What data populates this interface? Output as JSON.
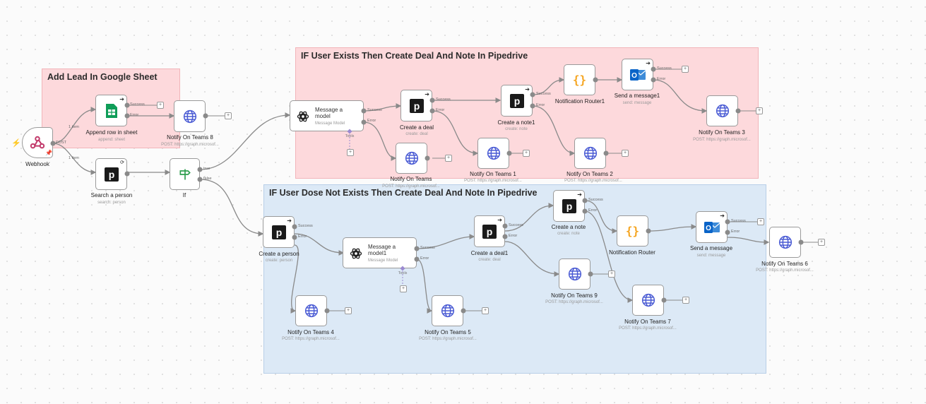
{
  "stickies": {
    "google": "Add Lead In Google Sheet",
    "exists": "IF User Exists Then Create Deal And Note In Pipedrive",
    "not_exists": "IF User Dose Not Exists Then Create Deal And Note In Pipedrive"
  },
  "nodes": {
    "webhook": {
      "label": "Webhook"
    },
    "append_row": {
      "label": "Append row in sheet",
      "sub": "append: sheet"
    },
    "notify8": {
      "label": "Notify On Teams 8",
      "sub": "POST: https://graph.microsof..."
    },
    "search_person": {
      "label": "Search a person",
      "sub": "search: person"
    },
    "if": {
      "label": "If"
    },
    "message_model": {
      "label": "Message a model",
      "sub": "Message Model"
    },
    "create_deal": {
      "label": "Create a deal",
      "sub": "create: deal"
    },
    "notify_teams": {
      "label": "Notify On Teams",
      "sub": "POST: https://graph.microsof..."
    },
    "create_note1": {
      "label": "Create a note1",
      "sub": "create: note"
    },
    "notify1": {
      "label": "Notify On Teams 1",
      "sub": "POST: https://graph.microsof..."
    },
    "router1": {
      "label": "Notification Router1"
    },
    "send_msg1": {
      "label": "Send a message1",
      "sub": "send: message"
    },
    "notify2": {
      "label": "Notify On Teams 2",
      "sub": "POST: https://graph.microsof..."
    },
    "notify3": {
      "label": "Notify On Teams 3",
      "sub": "POST: https://graph.microsof..."
    },
    "create_person": {
      "label": "Create a person",
      "sub": "create: person"
    },
    "message_model1": {
      "label": "Message a model1",
      "sub": "Message Model"
    },
    "notify4": {
      "label": "Notify On Teams 4",
      "sub": "POST: https://graph.microsof..."
    },
    "notify5": {
      "label": "Notify On Teams 5",
      "sub": "POST: https://graph.microsof..."
    },
    "create_deal1": {
      "label": "Create a deal1",
      "sub": "create: deal"
    },
    "create_note": {
      "label": "Create a note",
      "sub": "create: note"
    },
    "notify9": {
      "label": "Notify On Teams 9",
      "sub": "POST: https://graph.microsof..."
    },
    "router": {
      "label": "Notification Router"
    },
    "send_msg": {
      "label": "Send a message",
      "sub": "send: message"
    },
    "notify7": {
      "label": "Notify On Teams 7",
      "sub": "POST: https://graph.microsof..."
    },
    "notify6": {
      "label": "Notify On Teams 6",
      "sub": "POST: https://graph.microsof..."
    }
  },
  "ports": {
    "success": "Success",
    "error": "Error",
    "true": "true",
    "false": "false",
    "post": "POST",
    "one_item": "1 item",
    "tools": "Tools"
  },
  "icons": {
    "webhook": "webhook-icon",
    "sheets": "google-sheets-icon",
    "http": "globe-icon",
    "pipedrive": "pipedrive-icon",
    "if": "signpost-icon",
    "openai": "openai-icon",
    "code": "curly-braces-icon",
    "outlook": "outlook-icon"
  },
  "colors": {
    "sticky_red": "#fdd9dc",
    "sticky_blue": "#dce9f6",
    "globe": "#4a5bd4",
    "sheets_green": "#0f9d58",
    "code_orange": "#f5a623",
    "outlook_blue": "#0a64c8",
    "trigger_bolt": "#ff5a3c"
  }
}
